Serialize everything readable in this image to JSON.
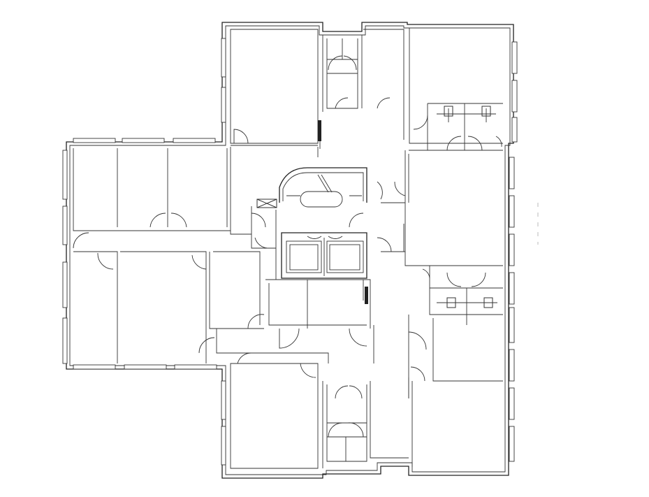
{
  "drawing": {
    "colors": {
      "line": "#222222",
      "background": "#ffffff",
      "scan_mark": "#aaaaaa"
    },
    "elements": [
      "apartment-units",
      "corridor",
      "stair-core",
      "elevators",
      "balconies",
      "doors",
      "windows"
    ]
  }
}
